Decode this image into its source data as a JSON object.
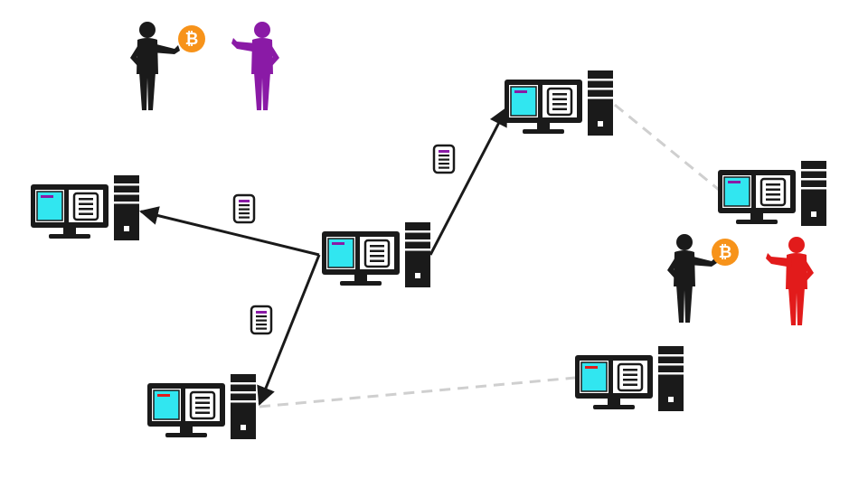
{
  "colors": {
    "background": "#ffffff",
    "ink": "#1a1a1a",
    "screen_fill": "#31e6f0",
    "accent_purple": "#8a1aa6",
    "accent_red": "#e21b1b",
    "coin": "#f7931a",
    "coin_glyph": "#ffffff",
    "dashed_link": "#cfcfcf",
    "tx_stripe": "#8a1aa6"
  },
  "icons": {
    "computer": "desktop-computer-icon",
    "transaction": "transaction-document-icon",
    "coin": "bitcoin-coin-icon",
    "person": "person-icon"
  },
  "coin_symbol": "₿",
  "nodes": [
    {
      "id": "top-right",
      "accent": "purple"
    },
    {
      "id": "left",
      "accent": "purple"
    },
    {
      "id": "center",
      "accent": "purple",
      "role": "broadcaster"
    },
    {
      "id": "far-right",
      "accent": "purple"
    },
    {
      "id": "bottom-left",
      "accent": "red"
    },
    {
      "id": "bottom-right",
      "accent": "red"
    }
  ],
  "broadcasts": [
    {
      "from": "center",
      "to": "left",
      "carries": "purple-transaction"
    },
    {
      "from": "center",
      "to": "top-right",
      "carries": "purple-transaction"
    },
    {
      "from": "center",
      "to": "bottom-left",
      "carries": "purple-transaction"
    }
  ],
  "links": [
    {
      "from": "top-right",
      "to": "far-right",
      "style": "dashed"
    },
    {
      "from": "bottom-left",
      "to": "bottom-right",
      "style": "dashed"
    }
  ],
  "people_groups": [
    {
      "id": "top-left-pair",
      "payer": "black",
      "payee": "purple"
    },
    {
      "id": "right-pair",
      "payer": "black",
      "payee": "red"
    }
  ]
}
